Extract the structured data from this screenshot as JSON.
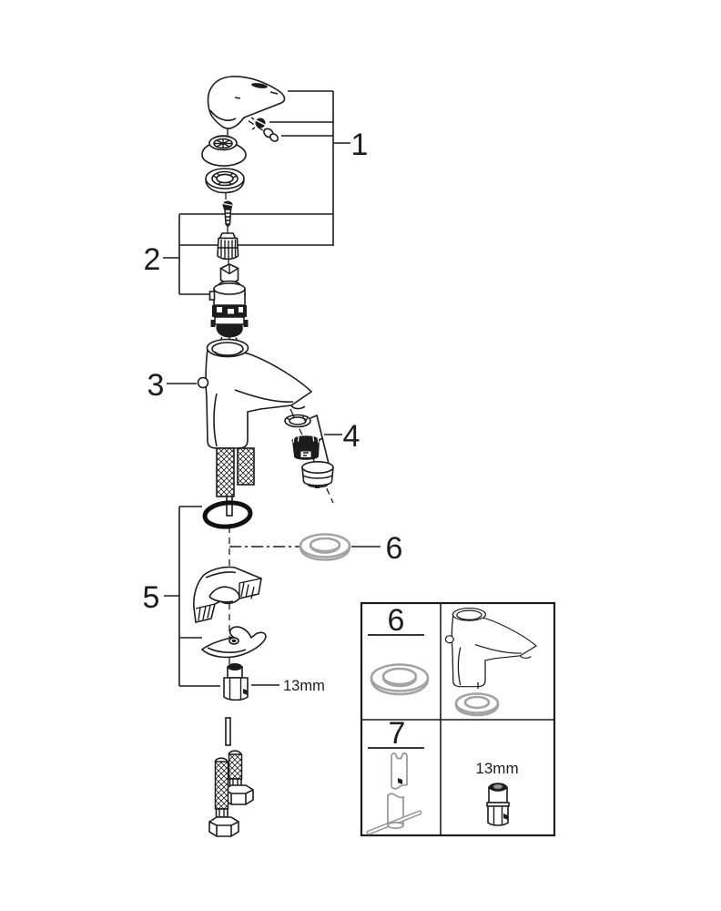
{
  "callouts": {
    "group1": "1",
    "group2": "2",
    "body": "3",
    "aerator": "4",
    "mounting": "5",
    "gasket": "6",
    "nut_wrench_size": "13mm"
  },
  "legend": {
    "panel6_label": "6",
    "panel7_label": "7",
    "socket_size": "13mm"
  },
  "colors": {
    "line": "#1c1c1c",
    "gray_part": "#a3a3a3",
    "background": "#ffffff"
  }
}
